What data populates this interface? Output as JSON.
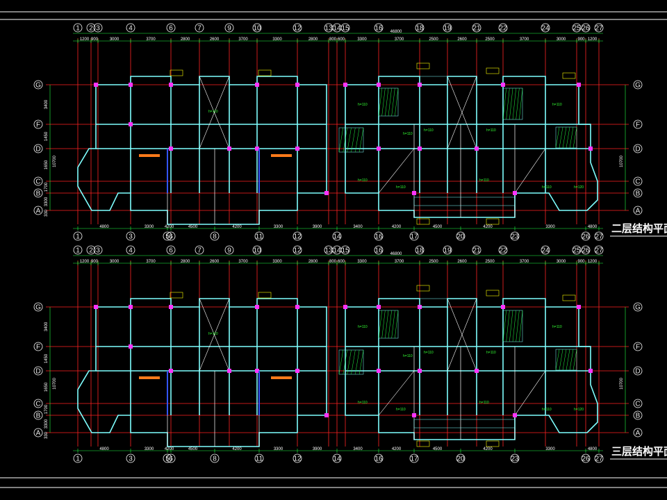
{
  "plans": [
    {
      "title": "二层结构平面",
      "axes_top": [
        "1",
        "2",
        "3",
        "4",
        "6",
        "7",
        "9",
        "10",
        "12",
        "13",
        "14",
        "15",
        "16",
        "18",
        "19",
        "21",
        "22",
        "24",
        "25",
        "26",
        "27"
      ],
      "axes_bottom": [
        "1",
        "3",
        "5",
        "6",
        "8",
        "11",
        "12",
        "14",
        "16",
        "17",
        "20",
        "23",
        "26",
        "27"
      ],
      "axes_rows": [
        "G",
        "F",
        "D",
        "C",
        "B",
        "A"
      ],
      "dims_top": [
        "1200",
        "900",
        "3000",
        "3700",
        "2800",
        "2600",
        "3700",
        "3300",
        "2800",
        "800",
        "600",
        "3300",
        "3700",
        "2500",
        "2600",
        "2500",
        "3700",
        "3000",
        "900",
        "1200"
      ],
      "overall_top": "46800",
      "dims_bottom": [
        "4800",
        "3300",
        "4200",
        "4500",
        "4200",
        "3300",
        "3900",
        "3400",
        "4200",
        "4500",
        "4200",
        "3300",
        "4800"
      ],
      "dims_left": [
        "3400",
        "1450",
        "1650",
        "1700",
        "3300",
        "330"
      ],
      "left_total": "10700",
      "slab_labels": [
        "h=110",
        "h=110",
        "h=110",
        "h=110",
        "h=110",
        "h=110",
        "h=110",
        "h=110",
        "h=110",
        "h=120",
        "h=110"
      ]
    },
    {
      "title": "三层结构平面",
      "axes_top": [
        "1",
        "2",
        "3",
        "4",
        "6",
        "7",
        "9",
        "10",
        "12",
        "13",
        "14",
        "15",
        "16",
        "18",
        "19",
        "21",
        "22",
        "24",
        "25",
        "26",
        "27"
      ],
      "axes_bottom": [
        "1",
        "3",
        "5",
        "6",
        "8",
        "11",
        "12",
        "14",
        "16",
        "17",
        "20",
        "23",
        "26",
        "27"
      ],
      "axes_rows": [
        "G",
        "F",
        "D",
        "C",
        "B",
        "A"
      ],
      "dims_top": [
        "1200",
        "900",
        "3000",
        "3700",
        "2800",
        "2600",
        "3700",
        "3300",
        "2800",
        "800",
        "600",
        "3300",
        "3700",
        "2500",
        "2600",
        "2500",
        "3700",
        "3000",
        "900",
        "1200"
      ],
      "overall_top": "46800",
      "dims_bottom": [
        "4800",
        "3300",
        "4200",
        "4500",
        "4200",
        "3300",
        "3900",
        "3400",
        "4200",
        "4500",
        "4200",
        "3300",
        "4800"
      ],
      "dims_left": [
        "3400",
        "1450",
        "1650",
        "1700",
        "3300",
        "330"
      ],
      "left_total": "10700",
      "slab_labels": [
        "h=110",
        "h=110",
        "h=110",
        "h=110",
        "h=110",
        "h=110",
        "h=110",
        "h=110",
        "h=110",
        "h=120",
        "h=110"
      ]
    }
  ],
  "colors": {
    "background": "#000000",
    "grid": "#ff2222",
    "walls": "#7fffff",
    "dims": "#22ff44",
    "annot": "#ffff00",
    "beam": "#ffffff",
    "magenta": "#ff33ff",
    "orange": "#ff7a1a",
    "blue": "#3355ff"
  }
}
